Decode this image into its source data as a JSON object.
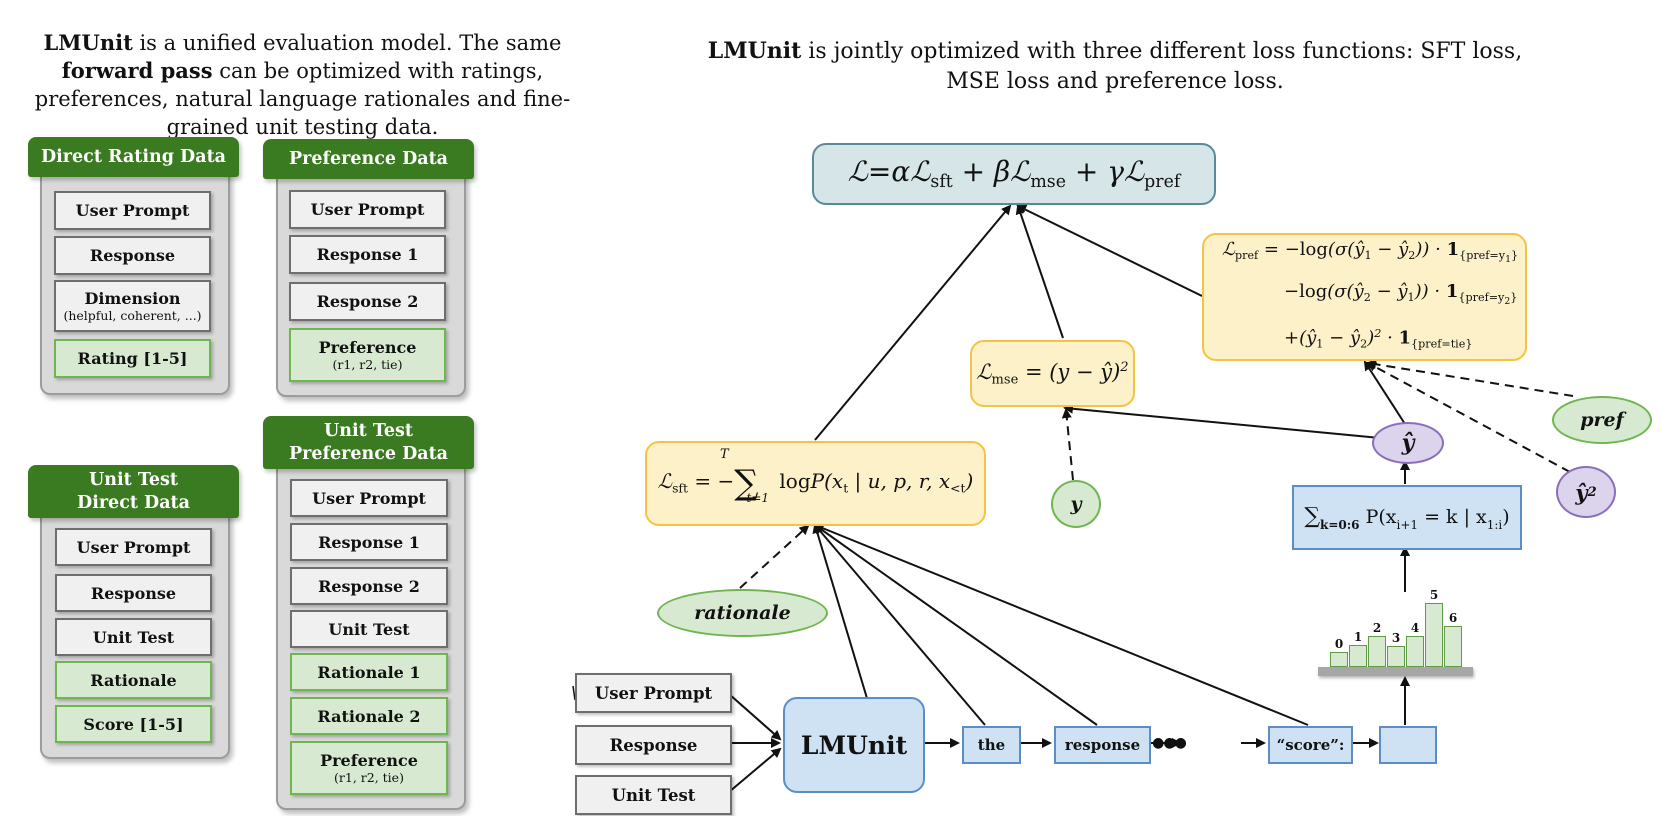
{
  "left_caption": {
    "b1": "LMUnit",
    "t1": " is a unified evaluation model. The same ",
    "b2": "forward pass",
    "t2": " can be optimized with ratings, preferences, natural language rationales and fine-grained unit testing data."
  },
  "right_caption": {
    "b1": "LMUnit",
    "t1": " is jointly optimized with three different loss functions: SFT loss, MSE loss and preference loss."
  },
  "cards": {
    "direct_rating": {
      "title": "Direct Rating Data",
      "fields": [
        "User Prompt",
        "Response",
        "Dimension",
        "Rating [1-5]"
      ],
      "dimension_sub": "(helpful, coherent, ...)"
    },
    "preference": {
      "title": "Preference Data",
      "fields": [
        "User Prompt",
        "Response 1",
        "Response 2",
        "Preference"
      ],
      "preference_sub": "(r1, r2, tie)"
    },
    "unit_test_direct": {
      "title": "Unit Test Direct Data",
      "fields": [
        "User Prompt",
        "Response",
        "Unit Test",
        "Rationale",
        "Score [1-5]"
      ]
    },
    "unit_test_preference": {
      "title": "Unit Test Preference Data",
      "fields": [
        "User Prompt",
        "Response 1",
        "Response 2",
        "Unit Test",
        "Rationale 1",
        "Rationale 2",
        "Preference"
      ],
      "preference_sub": "(r1, r2, tie)"
    }
  },
  "diagram": {
    "inputs": [
      "User Prompt",
      "Response",
      "Unit Test"
    ],
    "model": "LMUnit",
    "tokens": [
      "the",
      "response",
      "“score”:",
      ""
    ],
    "ellipsis": "●●●",
    "nodes": {
      "rationale": "rationale",
      "y": "y",
      "y_hat": "ŷ",
      "pref": "pref",
      "y_hat_2": "ŷ"
    },
    "sum_box": "P(x",
    "histogram": {
      "bins": [
        0,
        1,
        2,
        3,
        4,
        5,
        6
      ],
      "heights": [
        0.2,
        0.3,
        0.42,
        0.28,
        0.42,
        0.85,
        0.55
      ]
    },
    "colors": {
      "green": "#3a7a20",
      "yellow_border": "#f3c443",
      "yellow_fill": "#fdf1c9",
      "blue_border": "#5b8ec4",
      "blue_fill": "#cfe2f3",
      "purple_border": "#8a6fb8",
      "teal_border": "#5a8a96"
    }
  }
}
